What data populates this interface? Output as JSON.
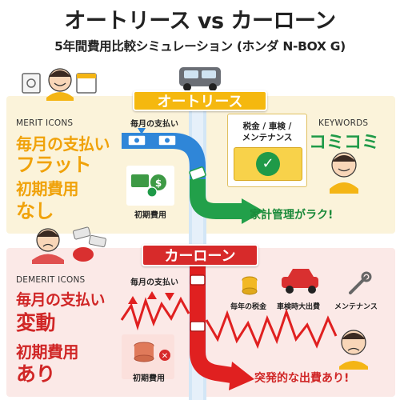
{
  "title": "オートリース vs カーローン",
  "subtitle": "5年間費用比較シミュレーション (ホンダ N-BOX G)",
  "lease": {
    "label": "オートリース",
    "merit_heading": "MERIT ICONS",
    "merit_line1": "毎月の支払い",
    "merit_line2": "フラット",
    "merit_line3": "初期費用",
    "merit_line4": "なし",
    "monthly_label": "毎月の支払い",
    "initial_label": "初期費用",
    "tax_label_1": "税金 / 車検 /",
    "tax_label_2": "メンテナンス",
    "keywords_heading": "KEYWORDS",
    "keywords_value": "コミコミ",
    "result": "家計管理がラク!"
  },
  "loan": {
    "label": "カーローン",
    "demerit_heading": "DEMERIT ICONS",
    "demerit_line1": "毎月の支払い",
    "demerit_line2": "変動",
    "demerit_line3": "初期費用",
    "demerit_line4": "あり",
    "monthly_label": "毎月の支払い",
    "initial_label": "初期費用",
    "tax_label": "毎年の税金",
    "inspection_label": "車検時大出費",
    "maintenance_label": "メンテナンス",
    "result": "突発的な出費あり!"
  },
  "colors": {
    "lease_accent": "#f5b80f",
    "loan_accent": "#d72a2a",
    "flow_blue": "#2f86d8",
    "flow_green": "#22a04a",
    "flow_red": "#e02020"
  }
}
